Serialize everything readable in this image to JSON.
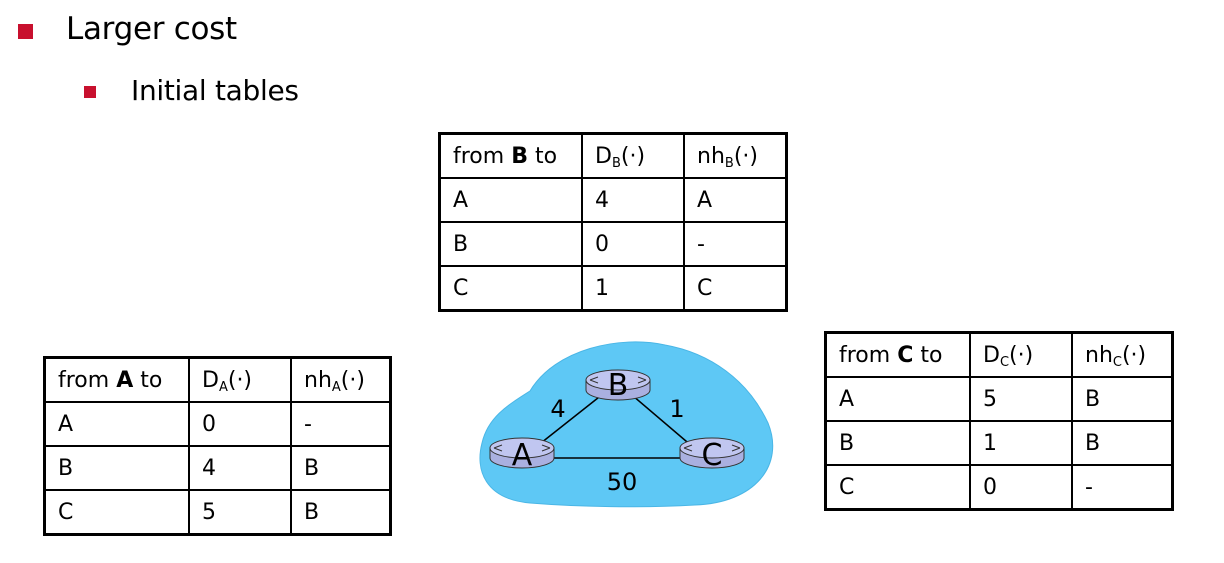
{
  "heading": "Larger cost",
  "subheading": "Initial tables",
  "tables": {
    "B": {
      "from_prefix": "from ",
      "node": "B",
      "from_suffix": " to",
      "d_label": "D",
      "d_sub": "B",
      "d_suffix": "(·)",
      "nh_label": "nh",
      "nh_sub": "B",
      "nh_suffix": "(·)",
      "rows": [
        {
          "dest": "A",
          "dist": "4",
          "nh": "A"
        },
        {
          "dest": "B",
          "dist": "0",
          "nh": "-"
        },
        {
          "dest": "C",
          "dist": "1",
          "nh": "C"
        }
      ]
    },
    "A": {
      "from_prefix": "from ",
      "node": "A",
      "from_suffix": " to",
      "d_label": "D",
      "d_sub": "A",
      "d_suffix": "(·)",
      "nh_label": "nh",
      "nh_sub": "A",
      "nh_suffix": "(·)",
      "rows": [
        {
          "dest": "A",
          "dist": "0",
          "nh": "-"
        },
        {
          "dest": "B",
          "dist": "4",
          "nh": "B"
        },
        {
          "dest": "C",
          "dist": "5",
          "nh": "B"
        }
      ]
    },
    "C": {
      "from_prefix": "from ",
      "node": "C",
      "from_suffix": " to",
      "d_label": "D",
      "d_sub": "C",
      "d_suffix": "(·)",
      "nh_label": "nh",
      "nh_sub": "C",
      "nh_suffix": "(·)",
      "rows": [
        {
          "dest": "A",
          "dist": "5",
          "nh": "B"
        },
        {
          "dest": "B",
          "dist": "1",
          "nh": "B"
        },
        {
          "dest": "C",
          "dist": "0",
          "nh": "-"
        }
      ]
    }
  },
  "network": {
    "nodes": {
      "A": "A",
      "B": "B",
      "C": "C"
    },
    "links": {
      "AB": "4",
      "BC": "1",
      "AC": "50"
    },
    "cloud_color": "#5ec8f5",
    "router_color": "#aab0e0"
  },
  "colors": {
    "bullet": "#c8102e"
  }
}
